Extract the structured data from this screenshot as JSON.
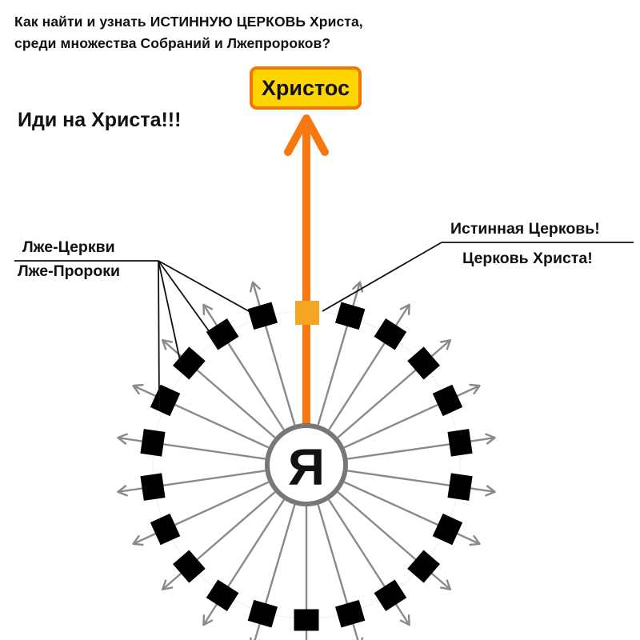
{
  "question": {
    "line1": "Как найти и узнать ИСТИННУЮ ЦЕРКОВЬ Христа,",
    "line2": "среди множества Собраний и Лжепророков?"
  },
  "slogan": "Иди на Христа!!!",
  "christ": {
    "label": "Христос"
  },
  "center": {
    "label": "Я"
  },
  "false_label": {
    "line1": "Лже-Церкви",
    "line2": "Лже-Пророки"
  },
  "true_label": {
    "line1": "Истинная Церковь!",
    "line2": "Церковь Христа!"
  },
  "colors": {
    "orange": "#f77810",
    "christ_fill": "#ffd500",
    "christ_border": "#f07800",
    "true_church": "#f6a623",
    "false_church": "#000000",
    "spoke": "#8a8a8a",
    "center_ring": "#777777"
  },
  "spokes": {
    "count": 22,
    "true_church_index": 0
  }
}
